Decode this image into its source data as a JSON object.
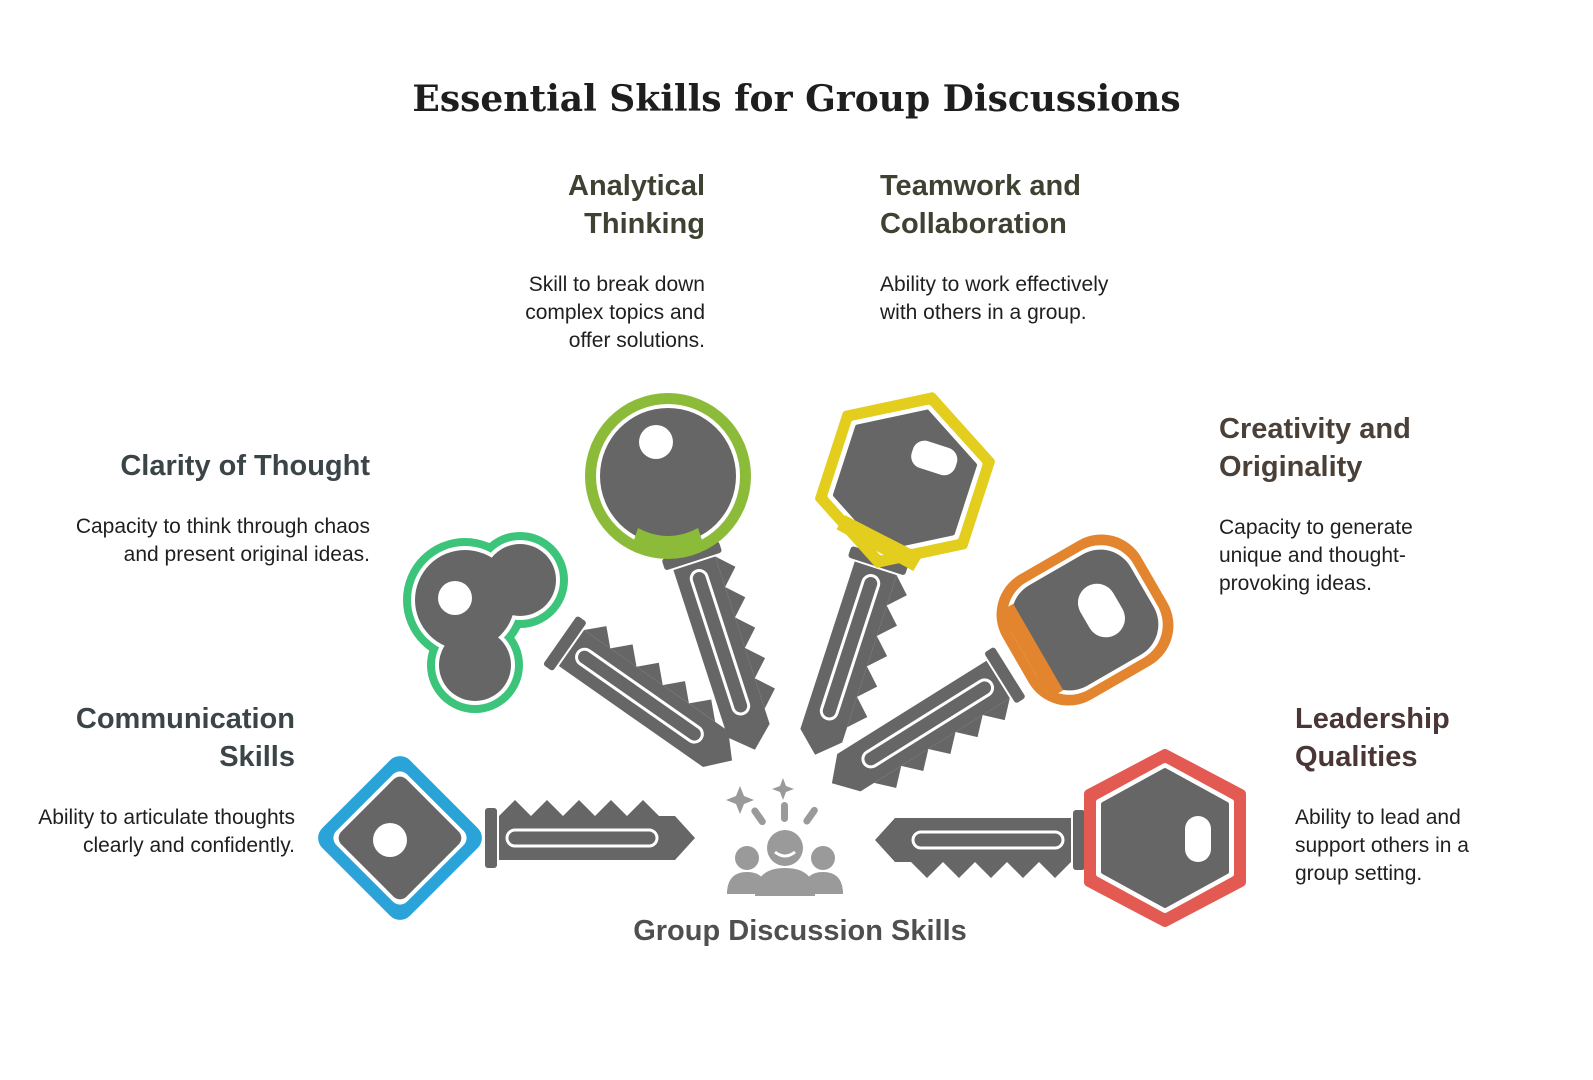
{
  "title": "Essential Skills for Group Discussions",
  "center": {
    "label": "Group Discussion Skills",
    "icon": "group-discussion-icon"
  },
  "skills": [
    {
      "id": "communication",
      "heading": "Communication Skills",
      "description": "Ability to articulate thoughts clearly and confidently.",
      "color": "#2aa3d8",
      "heading_color": "#3b4548"
    },
    {
      "id": "clarity",
      "heading": "Clarity of Thought",
      "description": "Capacity to think through chaos and present original ideas.",
      "color": "#3cc47a",
      "heading_color": "#3b4548"
    },
    {
      "id": "analytical",
      "heading": "Analytical Thinking",
      "description": "Skill to break down complex topics and offer solutions.",
      "color": "#8cbb3a",
      "heading_color": "#3e4232"
    },
    {
      "id": "teamwork",
      "heading": "Teamwork and Collaboration",
      "description": "Ability to work effectively with others in a group.",
      "color": "#e3cd1d",
      "heading_color": "#3e4232"
    },
    {
      "id": "creativity",
      "heading": "Creativity and Originality",
      "description": "Capacity to generate unique and thought-provoking ideas.",
      "color": "#e3852e",
      "heading_color": "#4a4038"
    },
    {
      "id": "leadership",
      "heading": "Leadership Qualities",
      "description": "Ability to lead and support others in a group setting.",
      "color": "#e35a52",
      "heading_color": "#4a3636"
    }
  ]
}
